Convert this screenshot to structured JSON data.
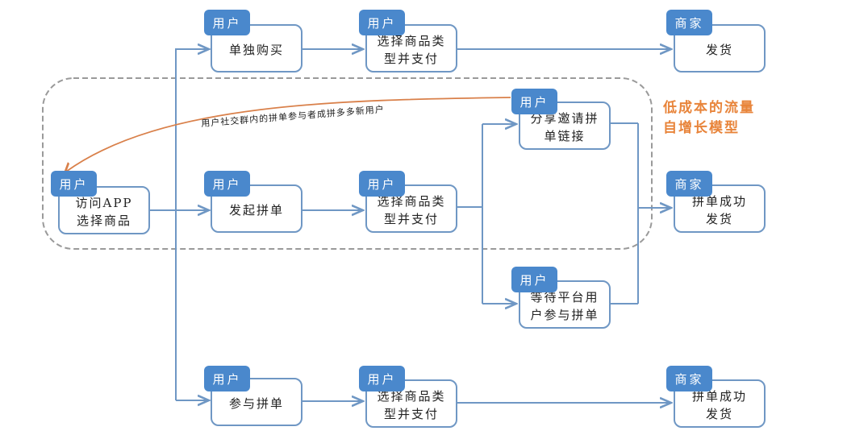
{
  "colors": {
    "tag_fill": "#4a88cc",
    "node_border": "#6f97c4",
    "connector": "#6f97c4",
    "feedback_arrow": "#d9804a",
    "dashed_group": "#9a9a9a",
    "callout_text": "#e8843a"
  },
  "group": {
    "label_line1": "低成本的流量",
    "label_line2": "自增长模型"
  },
  "feedback": {
    "label": "用户社交群内的拼单参与者成拼多多新用户"
  },
  "nodes": {
    "visit_app": {
      "tag": "用户",
      "line1": "访问APP",
      "line2": "选择商品"
    },
    "buy_alone": {
      "tag": "用户",
      "line1": "单独购买",
      "line2": ""
    },
    "pay_alone": {
      "tag": "用户",
      "line1": "选择商品类",
      "line2": "型并支付"
    },
    "ship_alone": {
      "tag": "商家",
      "line1": "发货",
      "line2": ""
    },
    "start_group": {
      "tag": "用户",
      "line1": "发起拼单",
      "line2": ""
    },
    "pay_group": {
      "tag": "用户",
      "line1": "选择商品类",
      "line2": "型并支付"
    },
    "share_link": {
      "tag": "用户",
      "line1": "分享邀请拼",
      "line2": "单链接"
    },
    "wait_platform": {
      "tag": "用户",
      "line1": "等待平台用",
      "line2": "户参与拼单"
    },
    "group_success": {
      "tag": "商家",
      "line1": "拼单成功",
      "line2": "发货"
    },
    "join_group": {
      "tag": "用户",
      "line1": "参与拼单",
      "line2": ""
    },
    "pay_join": {
      "tag": "用户",
      "line1": "选择商品类",
      "line2": "型并支付"
    },
    "join_success": {
      "tag": "商家",
      "line1": "拼单成功",
      "line2": "发货"
    }
  }
}
